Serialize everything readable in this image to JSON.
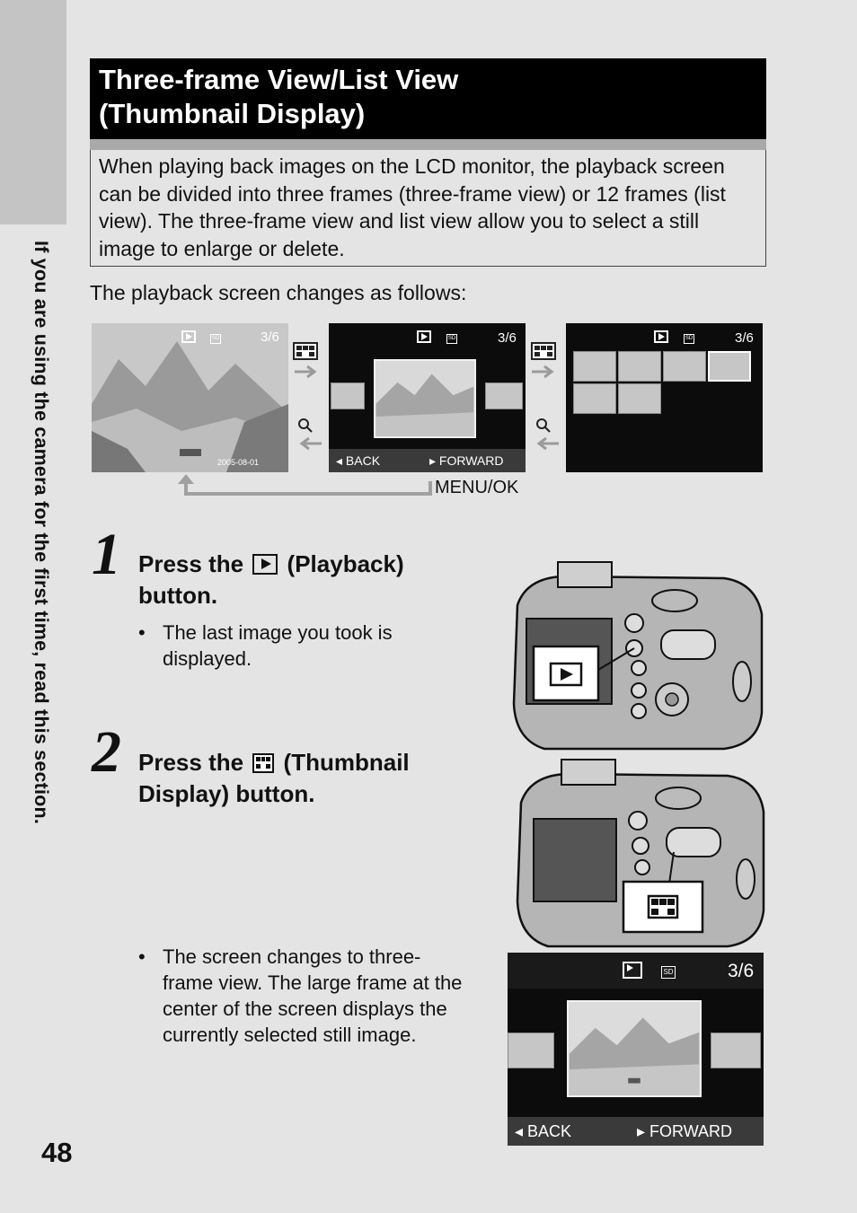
{
  "side_label": "If you are using the camera for the first time, read this section.",
  "page_number": "48",
  "section": {
    "title_line1": "Three-frame View/List View",
    "title_line2": "(Thumbnail Display)",
    "intro": "When playing back images on the LCD monitor, the playback screen can be divided into three frames (three-frame view) or 12 frames (list view). The three-frame view and list view allow you to select a still image to enlarge or delete."
  },
  "flow": {
    "caption": "The playback screen changes as follows:",
    "menu_ok": "MENU/OK",
    "screens": [
      {
        "frame_count": "3/6",
        "date": "2005-08-01"
      },
      {
        "frame_count": "3/6",
        "back": "BACK",
        "forward": "FORWARD"
      },
      {
        "frame_count": "3/6"
      }
    ]
  },
  "steps": [
    {
      "number": "1",
      "title_pre": "Press the",
      "title_post": "(Playback)",
      "title_line2": "button.",
      "bullet_line1": "The last image you took is",
      "bullet_line2": "displayed."
    },
    {
      "number": "2",
      "title_pre": "Press the",
      "title_post": "(Thumbnail",
      "title_line2": "Display) button.",
      "bullet_line1": "The screen changes to three-",
      "bullet_line2": "frame view. The large frame at the",
      "bullet_line3": "center of the screen displays the",
      "bullet_line4": "currently selected still image."
    }
  ],
  "bottom_screen": {
    "frame_count": "3/6",
    "back": "BACK",
    "forward": "FORWARD"
  },
  "icons": [
    "playback-icon",
    "thumbnail-icon",
    "zoom-icon",
    "arrow-icon"
  ]
}
